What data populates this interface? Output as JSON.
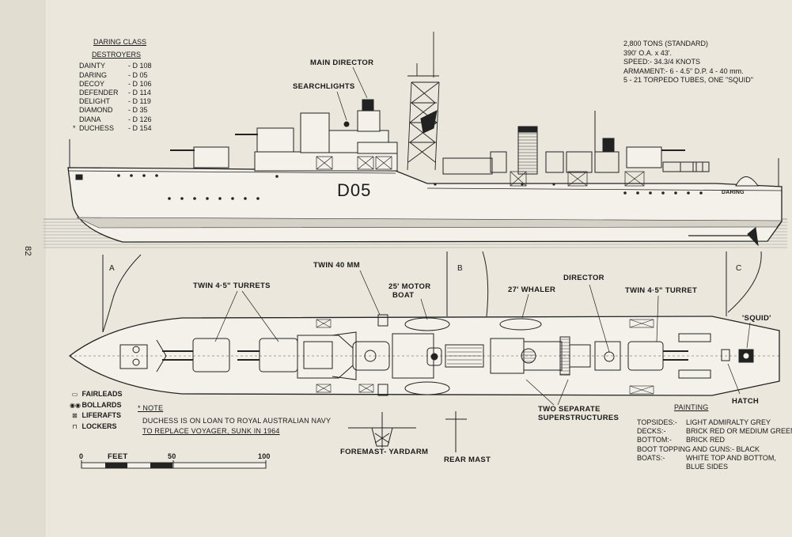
{
  "page_number": "82",
  "class_list": {
    "title": "DARING CLASS",
    "subtitle": "DESTROYERS",
    "ships": [
      {
        "prefix": "",
        "name": "DAINTY",
        "pennant": "- D 108"
      },
      {
        "prefix": "",
        "name": "DARING",
        "pennant": "- D 05"
      },
      {
        "prefix": "",
        "name": "DECOY",
        "pennant": "- D 106"
      },
      {
        "prefix": "",
        "name": "DEFENDER",
        "pennant": "- D 114"
      },
      {
        "prefix": "",
        "name": "DELIGHT",
        "pennant": "- D 119"
      },
      {
        "prefix": "",
        "name": "DIAMOND",
        "pennant": "- D 35"
      },
      {
        "prefix": "",
        "name": "DIANA",
        "pennant": "- D 126"
      },
      {
        "prefix": "*",
        "name": "DUCHESS",
        "pennant": "- D 154"
      }
    ]
  },
  "specs": [
    "2,800 TONS (STANDARD)",
    "390' O.A. x 43'.",
    "SPEED:- 34.3/4 KNOTS",
    "ARMAMENT:- 6 - 4.5\" D.P. 4 - 40 mm.",
    "5 - 21 TORPEDO TUBES, ONE \"SQUID\""
  ],
  "profile": {
    "pennant_number": "D05",
    "stern_name": "DARING",
    "callouts": {
      "main_director": "MAIN DIRECTOR",
      "searchlights": "SEARCHLIGHTS"
    }
  },
  "sections": {
    "a": "A",
    "b": "B",
    "c": "C"
  },
  "plan_callouts": {
    "twin_turrets_fwd": "TWIN 4·5\" TURRETS",
    "twin_40mm": "TWIN 40 MM",
    "motor_boat_1": "25' MOTOR",
    "motor_boat_2": "BOAT",
    "whaler": "27' WHALER",
    "director": "DIRECTOR",
    "twin_turret_aft": "TWIN 4·5\" TURRET",
    "squid": "'SQUID'",
    "hatch": "HATCH",
    "superstructures_1": "TWO SEPARATE",
    "superstructures_2": "SUPERSTRUCTURES",
    "foremast_yardarm": "FOREMAST- YARDARM",
    "rear_mast": "REAR MAST"
  },
  "legend": [
    {
      "symbol": "▭",
      "label": "FAIRLEADS"
    },
    {
      "symbol": "◉◉",
      "label": "BOLLARDS"
    },
    {
      "symbol": "⊠",
      "label": "LIFERAFTS"
    },
    {
      "symbol": "⊓",
      "label": "LOCKERS"
    }
  ],
  "note": {
    "title": "* NOTE",
    "line1_prefix": "DUCHESS IS ON LOAN TO ROYAL AUSTRALIAN NAVY",
    "line2_prefix": "TO REPLACE",
    "line2_ship": "VOYAGER",
    "line2_suffix": ", SUNK IN 1964"
  },
  "scale": {
    "title": "FEET",
    "ticks": [
      "0",
      "50",
      "100"
    ]
  },
  "painting": {
    "title": "PAINTING",
    "rows": [
      {
        "key": "TOPSIDES:-",
        "value": "LIGHT ADMIRALTY GREY"
      },
      {
        "key": "DECKS:-",
        "value": "BRICK RED OR MEDIUM GREEN"
      },
      {
        "key": "BOTTOM:-",
        "value": "BRICK RED"
      },
      {
        "key": "BOOT TOPPING AND GUNS:-",
        "value": "BLACK",
        "inline": true
      },
      {
        "key": "BOATS:-",
        "value": "WHITE TOP AND BOTTOM,"
      },
      {
        "key": "",
        "value": "BLUE SIDES"
      }
    ]
  },
  "colors": {
    "paper": "#ebe7dd",
    "ink": "#1a1a1a",
    "hull": "#f3f1ea",
    "shade": "#c9c5bb"
  }
}
